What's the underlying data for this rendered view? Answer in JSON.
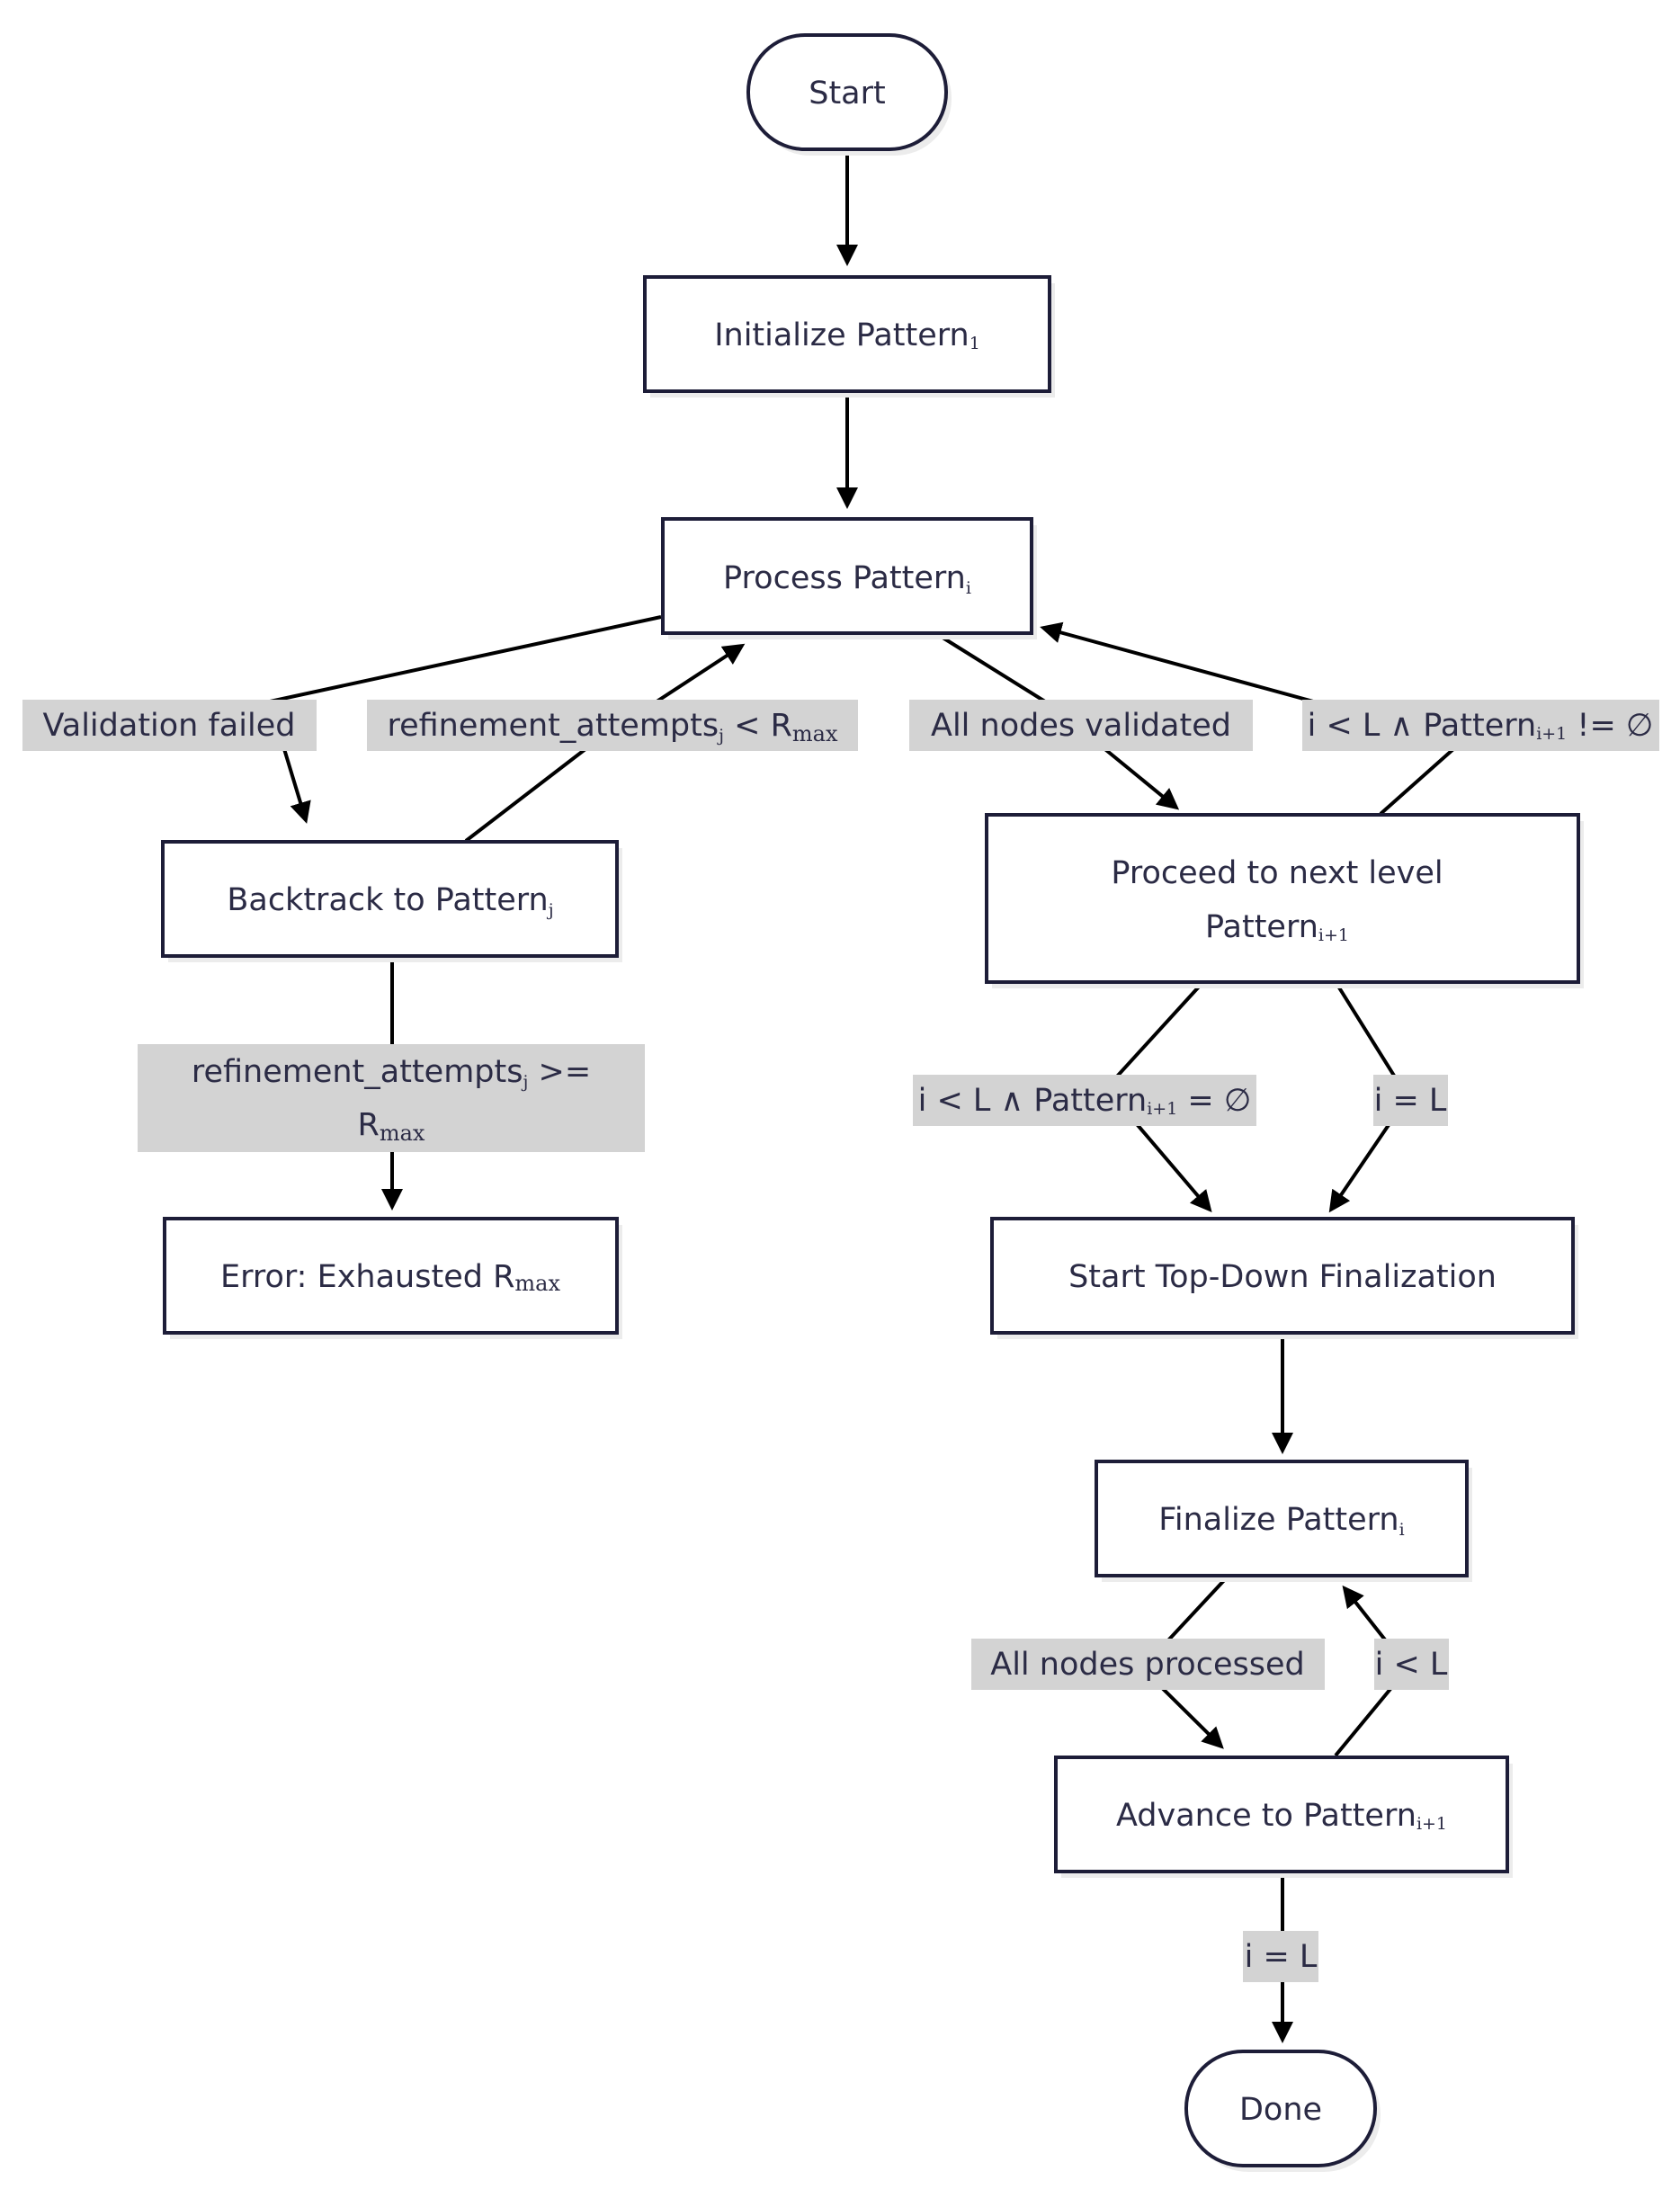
{
  "nodes": {
    "start": "Start",
    "init": {
      "text": "Initialize Pattern",
      "sub": "1"
    },
    "process": {
      "text": "Process Pattern",
      "sub": "i"
    },
    "backtrack": {
      "text": "Backtrack to Pattern",
      "sub": "j"
    },
    "error": {
      "text": "Error: Exhausted R",
      "sub": "max"
    },
    "proceed": {
      "line1": "Proceed to next level",
      "line2": "Pattern",
      "sub": "i+1"
    },
    "topdown": "Start Top-Down Finalization",
    "finalize": {
      "text": "Finalize Pattern",
      "sub": "i"
    },
    "advance": {
      "text": "Advance to Pattern",
      "sub": "i+1"
    },
    "done": "Done"
  },
  "edges": {
    "validation_failed": "Validation failed",
    "refine_lt": {
      "a": "refinement_attempts",
      "a_sub": "j",
      "b": " < R",
      "b_sub": "max"
    },
    "all_validated": "All nodes validated",
    "next_nonempty": {
      "a": "i < L ∧ Pattern",
      "a_sub": "i+1",
      "b": " != ∅"
    },
    "refine_ge": {
      "a": "refinement_attempts",
      "a_sub": "j",
      "b": " >=",
      "line2": "R",
      "line2_sub": "max"
    },
    "next_empty": {
      "a": "i < L ∧ Pattern",
      "a_sub": "i+1",
      "b": " = ∅"
    },
    "i_eq_L_1": "i = L",
    "all_processed": "All nodes processed",
    "i_lt_L": "i < L",
    "i_eq_L_2": "i = L"
  }
}
